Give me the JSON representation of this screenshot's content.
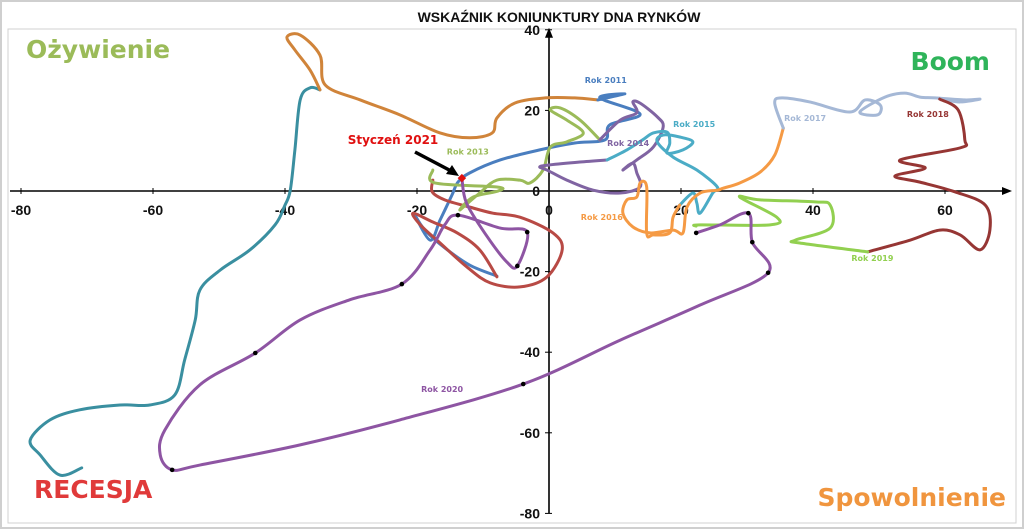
{
  "chart_data": {
    "type": "line",
    "title": "WSKAŹNIK KONIUNKTURY DNA RYNKÓW",
    "xlabel": "",
    "ylabel": "",
    "xlim": [
      -80,
      70
    ],
    "ylim": [
      -80,
      40
    ],
    "x_ticks": [
      -80,
      -60,
      -40,
      -20,
      0,
      20,
      40,
      60
    ],
    "y_ticks": [
      -80,
      -60,
      -40,
      -20,
      0,
      20,
      40
    ],
    "grid": false,
    "legend": "none",
    "quadrant_labels": [
      {
        "text": "Ożywienie",
        "position": "top-left",
        "color": "#9bbb59"
      },
      {
        "text": "Boom",
        "position": "top-right",
        "color": "#2fb45a"
      },
      {
        "text": "RECESJA",
        "position": "bottom-left",
        "color": "#e03a3a"
      },
      {
        "text": "Spowolnienie",
        "position": "bottom-right",
        "color": "#f0953e"
      }
    ],
    "series": [
      {
        "color": "#3a8fa0",
        "points": [
          [
            -70.8,
            -68.7
          ],
          [
            -74.1,
            -70.5
          ],
          [
            -77.1,
            -65.5
          ],
          [
            -78.6,
            -61.8
          ],
          [
            -75.6,
            -56.8
          ],
          [
            -71.1,
            -54.3
          ],
          [
            -65,
            -53.1
          ],
          [
            -60.5,
            -53.1
          ],
          [
            -56.7,
            -50.6
          ],
          [
            -55.2,
            -41.9
          ],
          [
            -53.6,
            -32
          ],
          [
            -52.9,
            -24.6
          ],
          [
            -49.8,
            -19.6
          ],
          [
            -45.3,
            -14.6
          ],
          [
            -41.5,
            -8.4
          ],
          [
            -40,
            -3.5
          ],
          [
            -39.2,
            0.2
          ],
          [
            -38.5,
            10.2
          ],
          [
            -37.7,
            22.6
          ],
          [
            -36.2,
            25.6
          ],
          [
            -34.7,
            25.1
          ]
        ]
      },
      {
        "color": "#d0843a",
        "points": [
          [
            -34.7,
            25.1
          ],
          [
            -36.2,
            30
          ],
          [
            -38.5,
            35
          ],
          [
            -39.7,
            38.2
          ],
          [
            -37.7,
            38.7
          ],
          [
            -34.7,
            33.7
          ],
          [
            -33.9,
            26.3
          ],
          [
            -28.6,
            22.6
          ],
          [
            -22.6,
            18.9
          ],
          [
            -16.5,
            14.4
          ],
          [
            -12,
            13.2
          ],
          [
            -8.6,
            14.4
          ],
          [
            -7.9,
            18.1
          ],
          [
            -5.2,
            21.8
          ],
          [
            -0.6,
            23.1
          ],
          [
            3.9,
            23.1
          ],
          [
            7.4,
            22.6
          ]
        ]
      },
      {
        "color": "#4a7ebf",
        "points": [
          [
            7.4,
            22.6
          ],
          [
            11.5,
            24.1
          ],
          [
            7.7,
            23.1
          ],
          [
            13.8,
            19.1
          ],
          [
            9.2,
            16.4
          ],
          [
            8.5,
            12.7
          ],
          [
            3.9,
            11.9
          ],
          [
            -1.4,
            10.2
          ],
          [
            -7.4,
            7.7
          ],
          [
            -12,
            4.5
          ],
          [
            -13.8,
            2.2
          ],
          [
            -14.7,
            -1
          ],
          [
            -16.5,
            -7.2
          ],
          [
            -18,
            -12.2
          ],
          [
            -20.3,
            -6
          ],
          [
            -18.8,
            -9.7
          ],
          [
            -15.8,
            -14.1
          ],
          [
            -12,
            -18.4
          ],
          [
            -7.9,
            -21.1
          ]
        ]
      },
      {
        "color": "#b84a45",
        "points": [
          [
            -7.9,
            -21.3
          ],
          [
            -10.5,
            -14.6
          ],
          [
            -13.9,
            -10.4
          ],
          [
            -17.6,
            -7.7
          ],
          [
            -20.6,
            -5.5
          ],
          [
            -19.5,
            -8.4
          ],
          [
            -16.5,
            -12.9
          ],
          [
            -12.4,
            -18.9
          ],
          [
            -8.9,
            -22.8
          ],
          [
            -4.4,
            -23.8
          ],
          [
            -0.3,
            -21.3
          ],
          [
            2,
            -14.6
          ],
          [
            0.6,
            -10.4
          ],
          [
            -4.4,
            -6.5
          ],
          [
            -8.5,
            -5.5
          ],
          [
            -12,
            -4
          ],
          [
            -15.8,
            -2.2
          ],
          [
            -17.7,
            -0.2
          ],
          [
            -17.6,
            2.7
          ]
        ]
      },
      {
        "color": "#9bbb59",
        "points": [
          [
            -17.6,
            5.2
          ],
          [
            -17.3,
            2
          ],
          [
            -7.9,
            1
          ],
          [
            -7.7,
            0
          ],
          [
            -11.5,
            -1.5
          ],
          [
            -13.5,
            -4.7
          ],
          [
            -10.5,
            -0.5
          ],
          [
            -7.9,
            2.7
          ],
          [
            -4.4,
            2.7
          ],
          [
            -2.9,
            2
          ],
          [
            -0.9,
            5.2
          ],
          [
            0.2,
            10.9
          ],
          [
            2.7,
            12.2
          ],
          [
            5.2,
            14.4
          ],
          [
            2.7,
            17.6
          ],
          [
            0.2,
            20.1
          ],
          [
            1.7,
            20.6
          ],
          [
            4.7,
            17.6
          ],
          [
            7.7,
            12.7
          ]
        ]
      },
      {
        "color": "#8064a2",
        "points": [
          [
            7.7,
            12.7
          ],
          [
            10.8,
            17.6
          ],
          [
            13.3,
            19.4
          ],
          [
            12.7,
            22.1
          ],
          [
            13.8,
            21.8
          ],
          [
            16.4,
            18.4
          ],
          [
            17.3,
            15.9
          ],
          [
            15.8,
            10.9
          ],
          [
            13.3,
            7.7
          ],
          [
            11.2,
            5.2
          ],
          [
            12.7,
            6.9
          ],
          [
            13.3,
            4.5
          ],
          [
            13.8,
            1
          ],
          [
            10.8,
            -0.5
          ],
          [
            6.7,
            0.2
          ],
          [
            2.7,
            2.7
          ],
          [
            -0.3,
            5.2
          ],
          [
            -1.4,
            6
          ],
          [
            0.2,
            6.5
          ],
          [
            4.7,
            7.2
          ],
          [
            8.8,
            7.7
          ]
        ]
      },
      {
        "color": "#4bacc6",
        "points": [
          [
            8.8,
            7.7
          ],
          [
            11.8,
            10.2
          ],
          [
            14.2,
            12.7
          ],
          [
            15.8,
            14.4
          ],
          [
            17.9,
            14.6
          ],
          [
            18.3,
            11.9
          ],
          [
            17.9,
            9.4
          ],
          [
            20.3,
            10.2
          ],
          [
            21.8,
            12.2
          ],
          [
            19.8,
            13.4
          ],
          [
            17.3,
            13.9
          ],
          [
            16.4,
            12.2
          ],
          [
            18.8,
            8.4
          ],
          [
            22.4,
            5.2
          ],
          [
            25.5,
            1
          ],
          [
            24.8,
            -0.5
          ],
          [
            22.9,
            -5.5
          ],
          [
            22.4,
            -3
          ],
          [
            21.8,
            -0.5
          ],
          [
            19.8,
            -3.5
          ]
        ]
      },
      {
        "color": "#f59a44",
        "points": [
          [
            19.8,
            -3.5
          ],
          [
            18.8,
            -6.5
          ],
          [
            18.3,
            -10.4
          ],
          [
            15.8,
            -10.9
          ],
          [
            14.8,
            -10.4
          ],
          [
            14.8,
            1
          ],
          [
            13.8,
            2
          ],
          [
            13.3,
            -1.5
          ],
          [
            11.8,
            -2.2
          ],
          [
            11.2,
            -5.5
          ],
          [
            12.7,
            -8.9
          ],
          [
            15.3,
            -10.4
          ],
          [
            18.8,
            -9.7
          ],
          [
            20.3,
            -10.4
          ],
          [
            20.9,
            -4
          ],
          [
            22.9,
            -0.5
          ],
          [
            25.5,
            0.2
          ],
          [
            26.4,
            0.7
          ],
          [
            28.9,
            2
          ],
          [
            32,
            4.7
          ],
          [
            34.2,
            8.9
          ],
          [
            35.5,
            15.6
          ]
        ]
      },
      {
        "color": "#a5b8d6",
        "points": [
          [
            35.5,
            15.6
          ],
          [
            34.2,
            21.8
          ],
          [
            35.3,
            23.1
          ],
          [
            39.5,
            22.1
          ],
          [
            45.6,
            19.6
          ],
          [
            47.9,
            22.6
          ],
          [
            50.2,
            21.3
          ],
          [
            49.8,
            18.9
          ],
          [
            47.1,
            19.6
          ],
          [
            50.9,
            23.3
          ],
          [
            53.9,
            24.3
          ],
          [
            56.2,
            23.3
          ],
          [
            58.5,
            23.1
          ],
          [
            63,
            22.6
          ],
          [
            65.3,
            22.8
          ],
          [
            62.3,
            22.1
          ],
          [
            60,
            22.6
          ]
        ]
      },
      {
        "color": "#963634",
        "points": [
          [
            59.2,
            22.8
          ],
          [
            62,
            20.1
          ],
          [
            63,
            12.7
          ],
          [
            62.3,
            10.7
          ],
          [
            53.2,
            7.7
          ],
          [
            57,
            5.7
          ],
          [
            52.4,
            3.7
          ],
          [
            56.2,
            2.2
          ],
          [
            61.5,
            -0.2
          ],
          [
            66.1,
            -3.5
          ],
          [
            66.8,
            -9.7
          ],
          [
            65.3,
            -14.6
          ],
          [
            62.3,
            -10.9
          ],
          [
            59.2,
            -9.7
          ],
          [
            54.7,
            -12.2
          ],
          [
            48.3,
            -15.1
          ]
        ]
      },
      {
        "color": "#92d050",
        "points": [
          [
            48.3,
            -15.1
          ],
          [
            38,
            -12.9
          ],
          [
            37.3,
            -12.2
          ],
          [
            42.6,
            -9.2
          ],
          [
            42.6,
            -3.5
          ],
          [
            40.3,
            -2.7
          ],
          [
            32,
            -2.2
          ],
          [
            28.9,
            -1.5
          ],
          [
            34.5,
            -6.5
          ],
          [
            33.5,
            -8.4
          ],
          [
            22.9,
            -8.4
          ],
          [
            22.3,
            -8.7
          ]
        ]
      },
      {
        "color": "#8e55a3",
        "markers": [
          0,
          2,
          3,
          4,
          7,
          11,
          15,
          18,
          21,
          23,
          24
        ],
        "points": [
          [
            22.3,
            -10.4
          ],
          [
            25.9,
            -8.4
          ],
          [
            30.2,
            -5.5
          ],
          [
            30.8,
            -12.7
          ],
          [
            33.2,
            -20.3
          ],
          [
            22.9,
            -28.3
          ],
          [
            10.8,
            -37
          ],
          [
            -3.9,
            -47.9
          ],
          [
            -22.6,
            -56.8
          ],
          [
            -37.7,
            -63
          ],
          [
            -52.9,
            -68
          ],
          [
            -57.1,
            -69.2
          ],
          [
            -58.9,
            -65.5
          ],
          [
            -58.2,
            -59.3
          ],
          [
            -52.9,
            -48.1
          ],
          [
            -44.5,
            -40.2
          ],
          [
            -37.7,
            -32
          ],
          [
            -30.2,
            -27
          ],
          [
            -22.3,
            -23.1
          ],
          [
            -18,
            -14.6
          ],
          [
            -15.8,
            -8.4
          ],
          [
            -13.8,
            -6
          ],
          [
            -7.4,
            -9.2
          ],
          [
            -3.3,
            -10.2
          ],
          [
            -4.8,
            -18.6
          ],
          [
            -6.4,
            -17.6
          ],
          [
            -9.5,
            -11
          ],
          [
            -12.5,
            -3
          ],
          [
            -13.2,
            3.2
          ]
        ]
      }
    ],
    "annotations": [
      {
        "text": "Rok 2011",
        "x": 8.6,
        "y": 26.8,
        "color": "#4a7ebf"
      },
      {
        "text": "Rok 2013",
        "x": -12.3,
        "y": 9,
        "color": "#9bbb59"
      },
      {
        "text": "Rok 2014",
        "x": 12,
        "y": 11.2,
        "color": "#8064a2"
      },
      {
        "text": "Rok 2015",
        "x": 22,
        "y": 15.9,
        "color": "#4bacc6"
      },
      {
        "text": "Rok 2016",
        "x": 8,
        "y": -7.2,
        "color": "#f59a44"
      },
      {
        "text": "Rok 2017",
        "x": 38.8,
        "y": 17.4,
        "color": "#a5b8d6"
      },
      {
        "text": "Rok 2018",
        "x": 57.4,
        "y": 18.4,
        "color": "#963634"
      },
      {
        "text": "Rok 2019",
        "x": 49,
        "y": -17.4,
        "color": "#92d050"
      },
      {
        "text": "Rok 2020",
        "x": -16.2,
        "y": -49.9,
        "color": "#8e55a3"
      }
    ],
    "highlight": {
      "text": "Styczeń 2021",
      "x": -13.2,
      "y": 3.2,
      "color": "#e01010"
    }
  }
}
